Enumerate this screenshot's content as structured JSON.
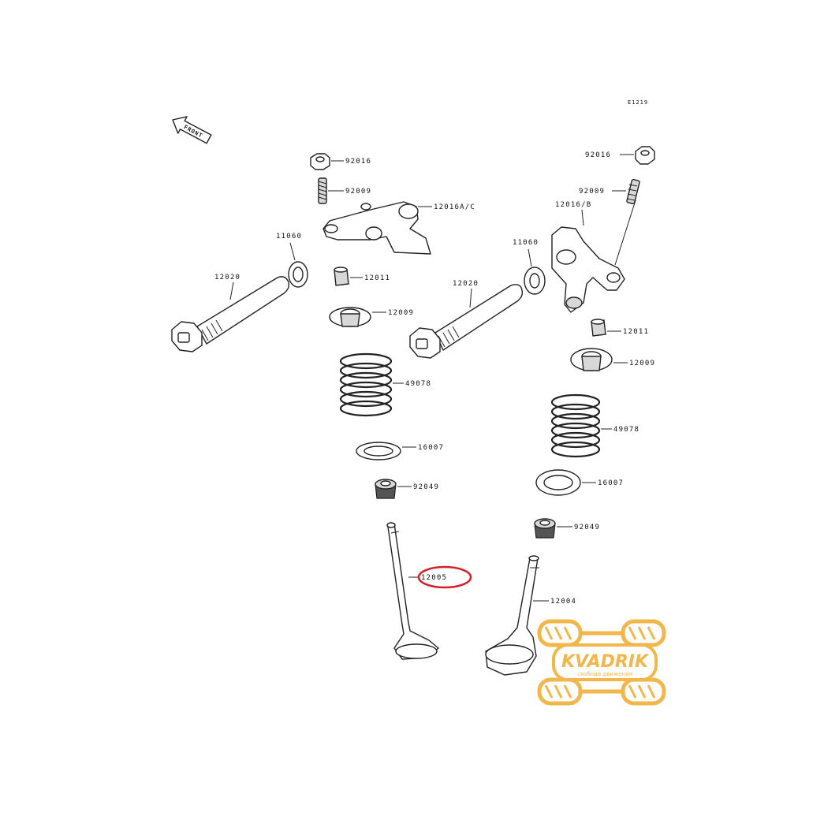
{
  "diagram_code": "E1219",
  "front_label": "FRONT",
  "highlight_color": "#d61f26",
  "logo": {
    "name": "KVADRIK",
    "tagline": "свобода движения",
    "color": "#f2b441"
  },
  "labels": {
    "l92016": "92016",
    "l92009": "92009",
    "l12016ac": "12016A/C",
    "l11060": "11060",
    "l12011": "12011",
    "l12020": "12020",
    "l12009": "12009",
    "l49078": "49078",
    "l16007": "16007",
    "l92049": "92049",
    "l12005": "12005",
    "r92016": "92016",
    "r92009": "92009",
    "r12016b": "12016/B",
    "r11060": "11060",
    "r12020": "12020",
    "r12011": "12011",
    "r12009": "12009",
    "r49078": "49078",
    "r16007": "16007",
    "r92049": "92049",
    "r12004": "12004"
  }
}
